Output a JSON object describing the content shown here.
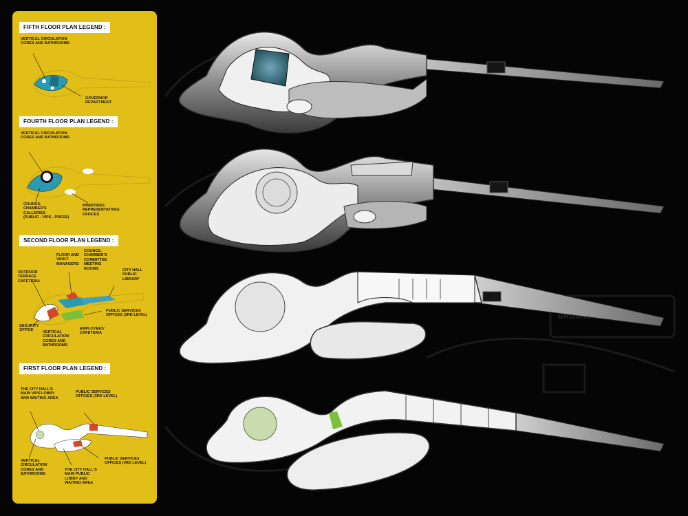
{
  "legends": {
    "fifth": {
      "title": "FIFTH FLOOR PLAN LEGEND :",
      "labels": [
        "VERTICAL CIRCULATION\nCORES AND BATHROOMS",
        "GOVERNOR\nDEPARTMENT"
      ]
    },
    "fourth": {
      "title": "FOURTH FLOOR PLAN LEGEND :",
      "labels": [
        "VERTICAL CIRCULATION\nCORES AND BATHROOMS",
        "COUNCIL\nCHAMBER'S\nGALLERIES\n(PUBLIC - VIPS - PRESS)",
        "MINISTRIES\nREPRESENTATIVES\nOFFICES"
      ]
    },
    "second": {
      "title": "SECOND FLOOR PLAN LEGEND :",
      "labels": [
        "FLOOR AND\nVAULT\nMANAGERS",
        "COUNCIL\nCHAMBER'S\nCOMMITTEE\nMEETING\nROOMS",
        "OUTDOOR\nTERRACE\nCAFETERIA",
        "CITY HALL\nPUBLIC\nLIBRARY",
        "PUBLIC SERVICES\nOFFICES (3RD LEVEL)",
        "SECURITY\nOFFICE",
        "EMPLOYEES'\nCAFETERIA",
        "VERTICAL\nCIRCULATION\nCORES AND\nBATHROOMS"
      ]
    },
    "first": {
      "title": "FIRST FLOOR PLAN LEGEND :",
      "labels": [
        "THE CITY HALL'S\nMAIN VIPS'LOBBY\nAND WAITING AREA",
        "PUBLIC SERVICES\nOFFICES (3RD LEVEL)",
        "PUBLIC SERVICES\nOFFICES (3RD LEVEL)",
        "VERTICAL\nCIRCULATION\nCORES AND\nBATHROOMS",
        "THE CITY HALL'S\nMAIN PUBLIC\nLOBBY AND\nWAITING AREA"
      ]
    }
  },
  "background_text": "GROUND FLOOR PLAN",
  "colors": {
    "panel": "#e2bf18",
    "background": "#050505",
    "circulation": "#2a9bb0",
    "governor": "#1f6f80",
    "library": "#3aa0c8",
    "cafeteria": "#7bbf3a",
    "security": "#d04a2a",
    "lobby": "#c9dcae"
  }
}
